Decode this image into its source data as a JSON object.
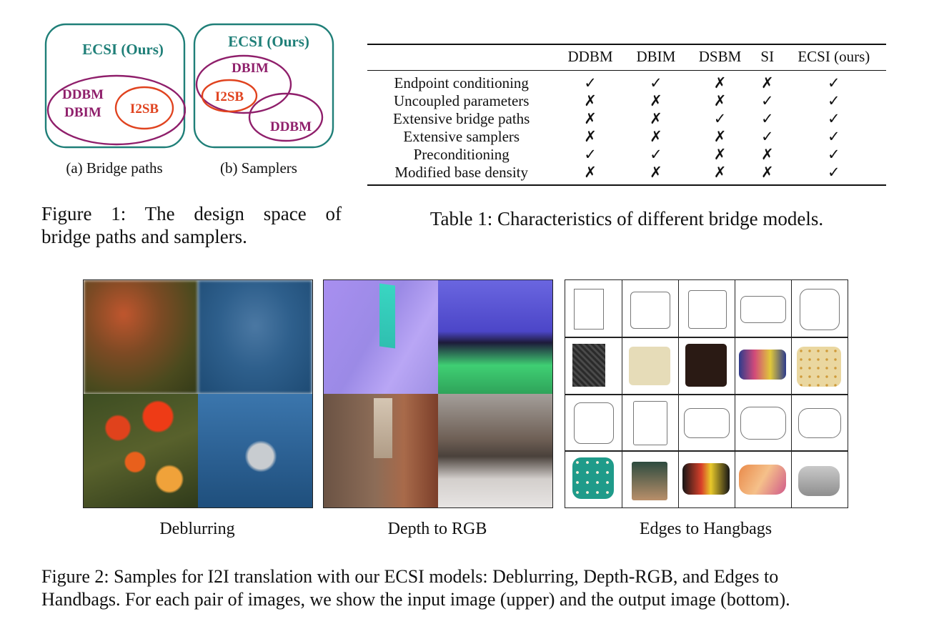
{
  "figure1": {
    "panel_a": {
      "outer_label": "ECSI (Ours)",
      "inner_label_line1": "DDBM",
      "inner_label_line2": "DBIM",
      "core_label": "I2SB",
      "sub_caption": "(a) Bridge paths"
    },
    "panel_b": {
      "outer_label": "ECSI (Ours)",
      "ellipse1_label": "DBIM",
      "ellipse2_label": "I2SB",
      "ellipse3_label": "DDBM",
      "sub_caption": "(b) Samplers"
    },
    "caption_line1": "Figure 1:  The design space of",
    "caption_line2": "bridge paths and samplers."
  },
  "table1": {
    "columns": [
      "",
      "DDBM",
      "DBIM",
      "DSBM",
      "SI",
      "ECSI (ours)"
    ],
    "rows": [
      {
        "name": "Endpoint conditioning",
        "marks": [
          "✓",
          "✓",
          "✗",
          "✗",
          "✓"
        ]
      },
      {
        "name": "Uncoupled parameters",
        "marks": [
          "✗",
          "✗",
          "✗",
          "✓",
          "✓"
        ]
      },
      {
        "name": "Extensive bridge paths",
        "marks": [
          "✗",
          "✗",
          "✓",
          "✓",
          "✓"
        ]
      },
      {
        "name": "Extensive samplers",
        "marks": [
          "✗",
          "✗",
          "✗",
          "✓",
          "✓"
        ]
      },
      {
        "name": "Preconditioning",
        "marks": [
          "✓",
          "✓",
          "✗",
          "✗",
          "✓"
        ]
      },
      {
        "name": "Modified base density",
        "marks": [
          "✗",
          "✗",
          "✗",
          "✗",
          "✓"
        ]
      }
    ],
    "caption": "Table 1: Characteristics of different bridge models."
  },
  "figure2": {
    "panels": [
      {
        "label": "Deblurring"
      },
      {
        "label": "Depth to RGB"
      },
      {
        "label": "Edges to Hangbags"
      }
    ],
    "caption_line1": "Figure 2: Samples for I2I translation with our ECSI models: Deblurring, Depth-RGB, and Edges to",
    "caption_line2": "Handbags. For each pair of images, we show the input image (upper) and the output image (bottom)."
  },
  "colors": {
    "teal": "#1f7f78",
    "purple": "#8f1f6b",
    "orange": "#e0431f"
  }
}
